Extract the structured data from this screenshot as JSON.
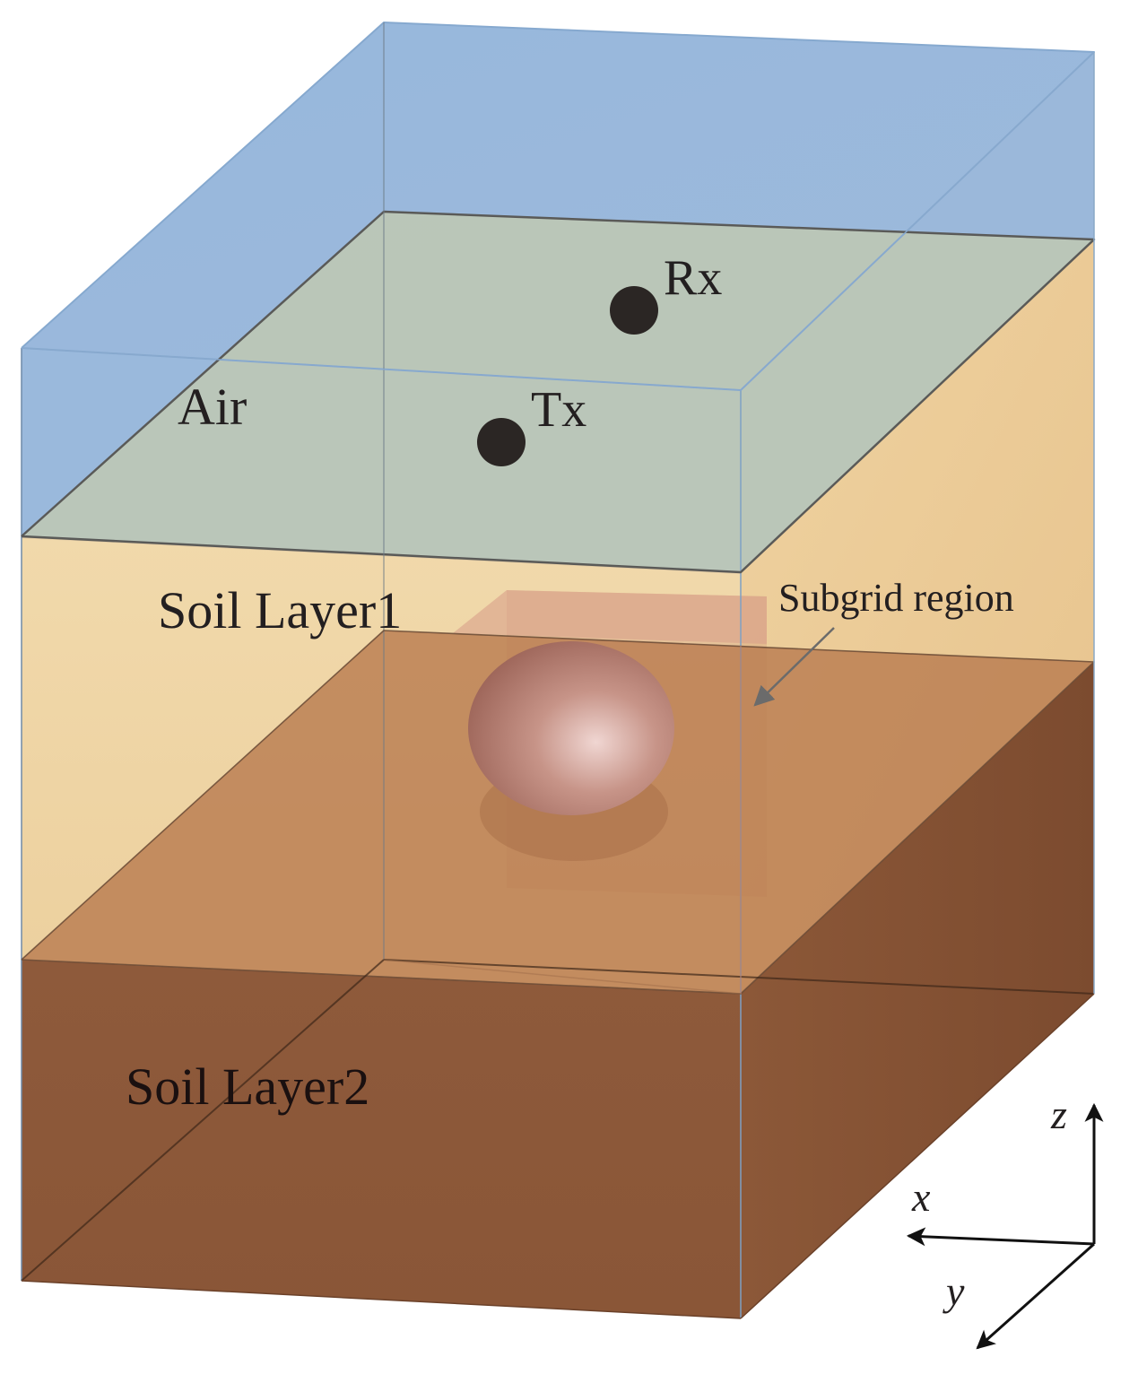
{
  "labels": {
    "air": "Air",
    "soil_layer1": "Soil Layer1",
    "soil_layer2": "Soil Layer2",
    "subgrid_region": "Subgrid region",
    "tx": "Tx",
    "rx": "Rx"
  },
  "axes": {
    "x": "x",
    "y": "y",
    "z": "z"
  },
  "colors": {
    "air": "#9bb9dc",
    "soil_layer1": "#efd3a2",
    "soil_layer2": "#8f5b3d",
    "subgrid": "#c28a60",
    "antenna": "#2b2624",
    "sphere": "#b87e72"
  }
}
